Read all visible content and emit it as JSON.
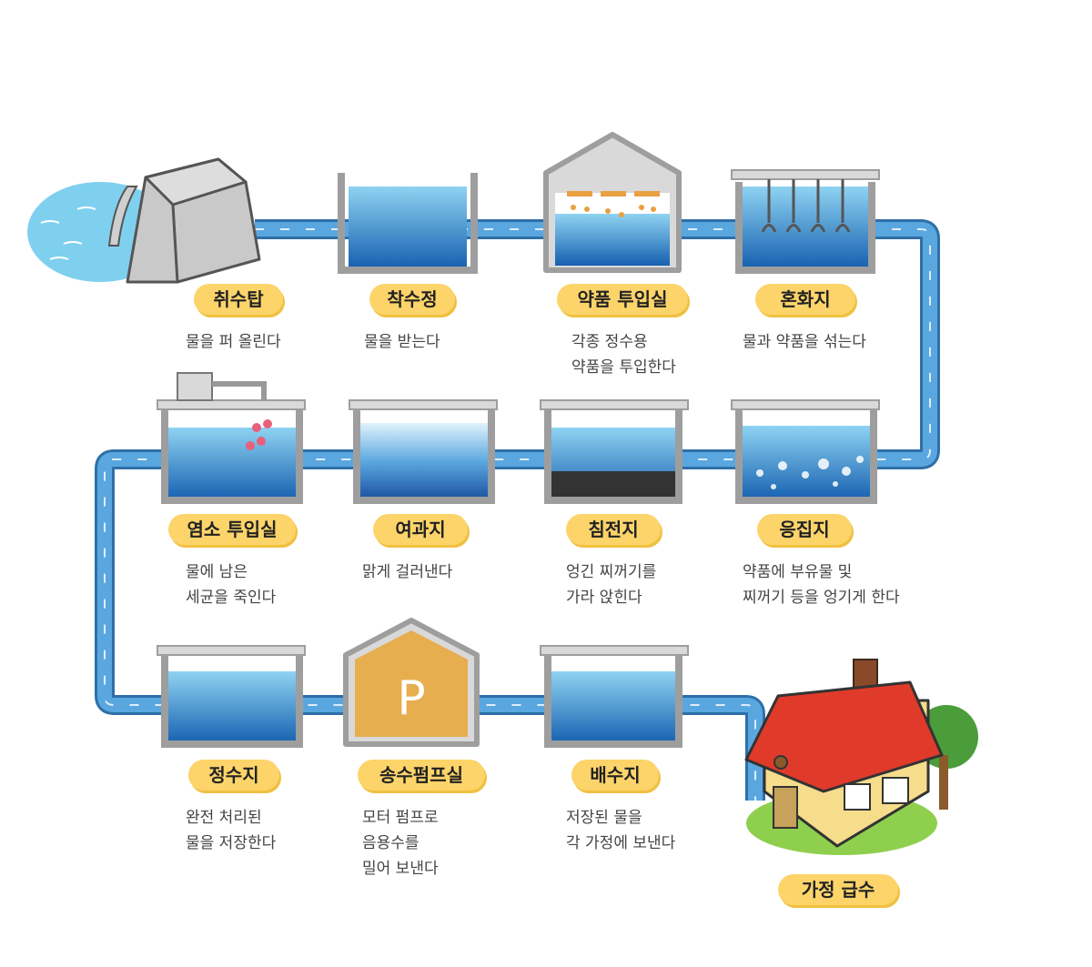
{
  "steps": [
    {
      "name": "취수탑",
      "desc": "물을 퍼 올린다"
    },
    {
      "name": "착수정",
      "desc": "물을 받는다"
    },
    {
      "name": "약품 투입실",
      "desc": "각종 정수용\n약품을 투입한다"
    },
    {
      "name": "혼화지",
      "desc": "물과 약품을 섞는다"
    },
    {
      "name": "응집지",
      "desc": "약품에 부유물 및\n찌꺼기 등을 엉기게 한다"
    },
    {
      "name": "침전지",
      "desc": "엉긴 찌꺼기를\n가라 앉힌다"
    },
    {
      "name": "여과지",
      "desc": "맑게 걸러낸다"
    },
    {
      "name": "염소 투입실",
      "desc": "물에 남은\n세균을 죽인다"
    },
    {
      "name": "정수지",
      "desc": "완전 처리된\n물을 저장한다"
    },
    {
      "name": "송수펌프실",
      "desc": "모터 펌프로\n음용수를\n밀어 보낸다"
    },
    {
      "name": "배수지",
      "desc": "저장된 물을\n각 가정에 보낸다"
    },
    {
      "name": "가정 급수",
      "desc": ""
    }
  ],
  "pump_letter": "P",
  "colors": {
    "pipe": "#5aa7e0",
    "pipe_edge": "#2f6fa8",
    "water_top": "#8fd3f2",
    "water_bottom": "#1660b0",
    "tank_wall": "#9e9e9e",
    "label_bg": "#fcd46a",
    "roof": "#e03a2a",
    "house_wall": "#f6dd8c",
    "pump_house": "#e6ae4e"
  }
}
